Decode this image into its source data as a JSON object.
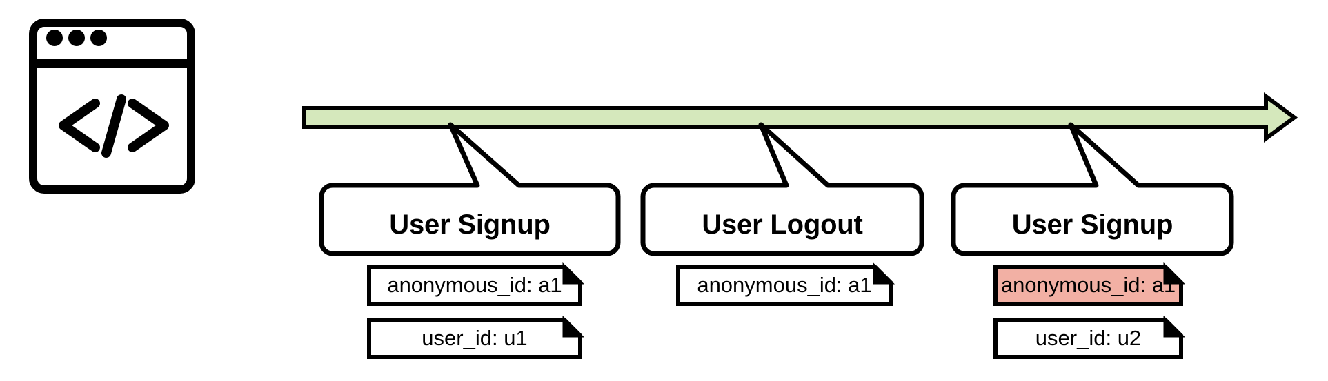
{
  "diagram": {
    "title_icon": {
      "name": "code-window-icon",
      "glyph": "</>",
      "dots": 3
    },
    "timeline": {
      "name": "timeline-arrow",
      "direction": "right",
      "fill_color": "#d5e8bc",
      "stroke_color": "#000000"
    },
    "events": [
      {
        "id": "event-1",
        "label": "User Signup",
        "notes": [
          {
            "id": "note-1-1",
            "label": "anonymous_id: a1",
            "highlighted": false,
            "fill_color": "#ffffff"
          },
          {
            "id": "note-1-2",
            "label": "user_id: u1",
            "highlighted": false,
            "fill_color": "#ffffff"
          }
        ]
      },
      {
        "id": "event-2",
        "label": "User Logout",
        "notes": [
          {
            "id": "note-2-1",
            "label": "anonymous_id: a1",
            "highlighted": false,
            "fill_color": "#ffffff"
          }
        ]
      },
      {
        "id": "event-3",
        "label": "User Signup",
        "notes": [
          {
            "id": "note-3-1",
            "label": "anonymous_id: a1",
            "highlighted": true,
            "fill_color": "#f2b0a4"
          },
          {
            "id": "note-3-2",
            "label": "user_id: u2",
            "highlighted": false,
            "fill_color": "#ffffff"
          }
        ]
      }
    ],
    "colors": {
      "highlight": "#f2b0a4",
      "timeline": "#d5e8bc",
      "stroke": "#000000",
      "background": "#ffffff"
    }
  }
}
